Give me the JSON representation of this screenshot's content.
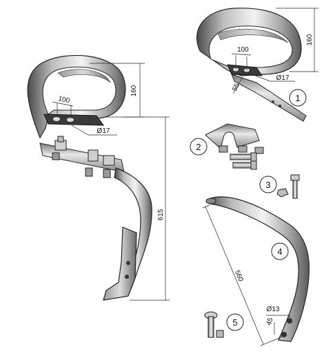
{
  "main_assembly": {
    "dim_width": "100",
    "dim_height": "160",
    "dim_hole": "Ø17",
    "dim_total_height": "615"
  },
  "part1": {
    "number": "1",
    "dim_width": "100",
    "dim_height": "160",
    "dim_hole": "Ø17",
    "dim_offset": "55"
  },
  "part2": {
    "number": "2"
  },
  "part3": {
    "number": "3"
  },
  "part4": {
    "number": "4",
    "dim_length": "560",
    "dim_hole": "Ø13",
    "dim_spacing": "45"
  },
  "part5": {
    "number": "5"
  }
}
